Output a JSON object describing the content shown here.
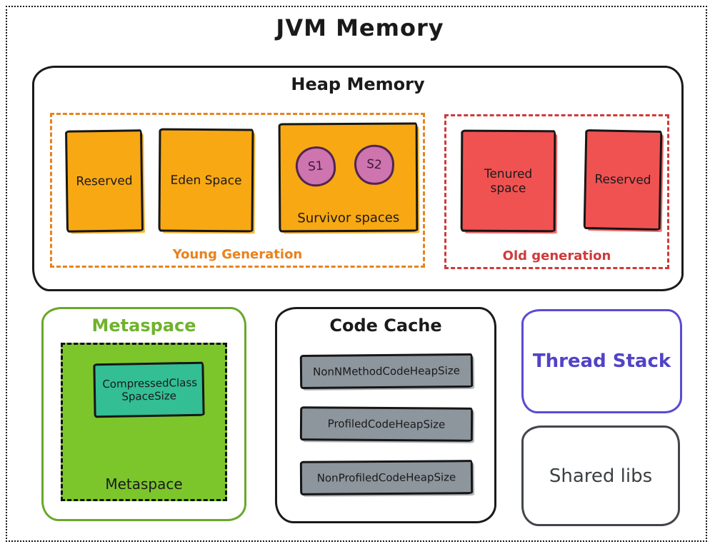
{
  "title": "JVM Memory",
  "heap": {
    "title": "Heap Memory",
    "young_generation": {
      "label": "Young Generation",
      "reserved_label": "Reserved",
      "eden_label": "Eden Space",
      "survivor": {
        "label": "Survivor spaces",
        "s1": "S1",
        "s2": "S2"
      }
    },
    "old_generation": {
      "label": "Old generation",
      "tenured_label": "Tenured space",
      "reserved_label": "Reserved"
    }
  },
  "metaspace": {
    "title": "Metaspace",
    "region_label": "Metaspace",
    "compressed_class_label": "CompressedClass SpaceSize"
  },
  "code_cache": {
    "title": "Code Cache",
    "bars": [
      "NonNMethodCodeHeapSize",
      "ProfiledCodeHeapSize",
      "NonProfiledCodeHeapSize"
    ]
  },
  "thread_stack": {
    "label": "Thread Stack"
  },
  "shared_libs": {
    "label": "Shared libs"
  },
  "colors": {
    "young_fill": "#F7A813",
    "young_outline": "#E8821D",
    "old_fill": "#F05252",
    "old_outline": "#CE3A3A",
    "survivor_circle_fill": "#CE74AE",
    "survivor_circle_outline": "#522450",
    "metaspace_fill": "#7CC62C",
    "metaspace_outline": "#69A82C",
    "compressed_fill": "#33BE94",
    "code_bar_fill": "#8D959D",
    "thread_stack_accent": "#5B4BD0",
    "shared_libs_accent": "#3C4043",
    "ink": "#1A1A1A"
  }
}
